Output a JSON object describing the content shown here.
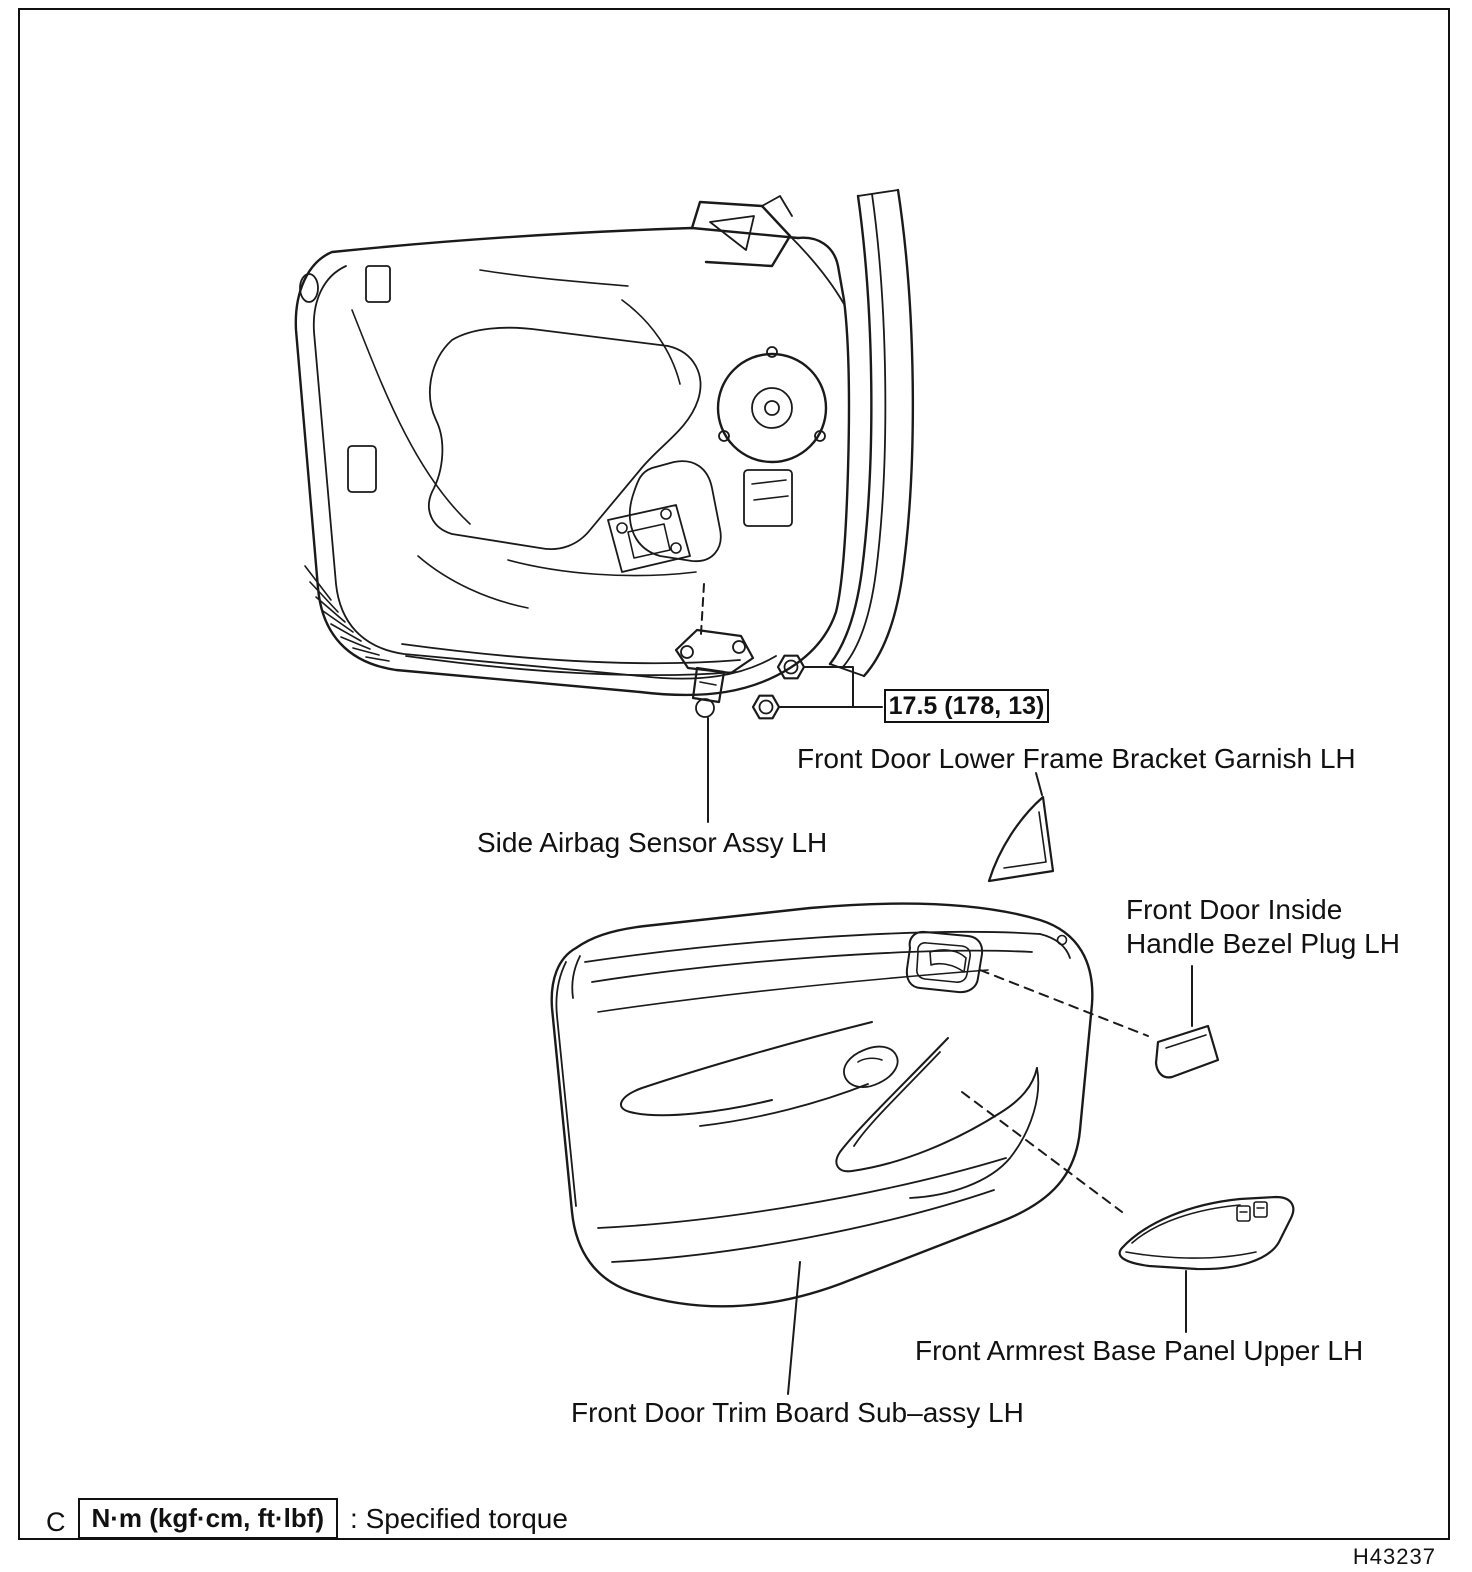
{
  "page": {
    "figure_code": "H43237"
  },
  "diagram": {
    "torque_spec": "17.5 (178, 13)",
    "parts": {
      "garnish_label": "Front Door Lower Frame Bracket Garnish LH",
      "airbag_sensor_label": "Side Airbag Sensor Assy LH",
      "bezel_plug_label_line1": "Front Door Inside",
      "bezel_plug_label_line2": "Handle Bezel Plug LH",
      "armrest_panel_label": "Front Armrest Base Panel Upper LH",
      "trim_board_label": "Front Door Trim Board Sub–assy LH"
    },
    "legend": {
      "marker": "C",
      "torque_unit": "N·m (kgf·cm, ft·lbf)",
      "description": ": Specified torque"
    },
    "colors": {
      "line": "#1a1a1a",
      "background": "#ffffff"
    }
  }
}
